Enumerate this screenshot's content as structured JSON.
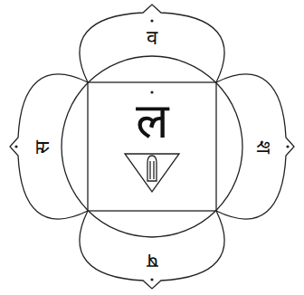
{
  "diagram": {
    "labels": [
      "व",
      "श",
      "ष",
      "स",
      "ल"
    ]
  }
}
